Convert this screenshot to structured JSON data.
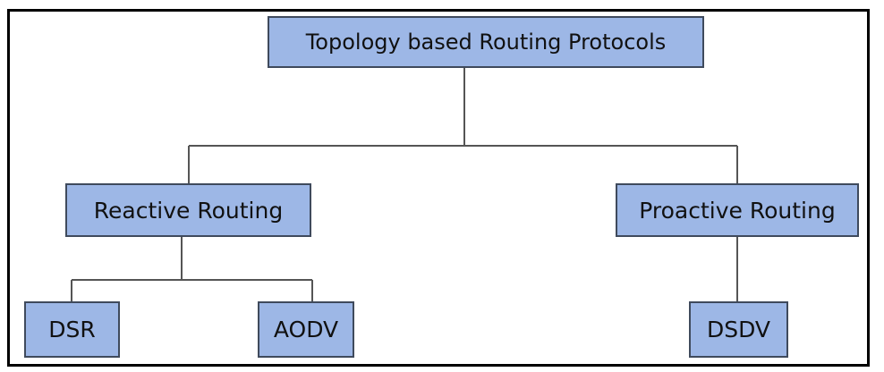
{
  "diagram": {
    "colors": {
      "node_fill": "#9db7e6",
      "node_border": "#3f4a5c",
      "connector": "#555555",
      "frame": "#000000",
      "text": "#111111"
    },
    "nodes": {
      "root": "Topology based Routing Protocols",
      "reactive": "Reactive Routing",
      "proactive": "Proactive Routing",
      "dsr": "DSR",
      "aodv": "AODV",
      "dsdv": "DSDV"
    },
    "edges": [
      {
        "from": "root",
        "to": "reactive"
      },
      {
        "from": "root",
        "to": "proactive"
      },
      {
        "from": "reactive",
        "to": "dsr"
      },
      {
        "from": "reactive",
        "to": "aodv"
      },
      {
        "from": "proactive",
        "to": "dsdv"
      }
    ]
  }
}
